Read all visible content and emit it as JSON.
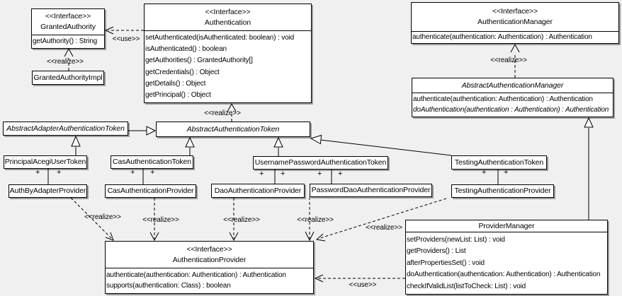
{
  "diagram_type": "uml-class-diagram",
  "colors": {
    "canvas": "#f0f0f0",
    "node_fill": "#ffffff",
    "line": "#000000",
    "shadow": "#9c9c9c"
  },
  "labels": {
    "use": "<<use>>",
    "realize": "<<realize>>",
    "plus": "+"
  },
  "classes": {
    "granted_authority": {
      "stereotype": "<<Interface>>",
      "name": "GrantedAuthority",
      "methods": [
        "getAuthority() : String"
      ]
    },
    "granted_authority_impl": {
      "name": "GrantedAuthorityImpl"
    },
    "authentication": {
      "stereotype": "<<Interface>>",
      "name": "Authentication",
      "methods": [
        "setAuthenticated(isAuthenticated: boolean) : void",
        "isAuthenticated() : boolean",
        "getAuthorities() : GrantedAuthority[]",
        "getCredentials() : Object",
        "getDetails() : Object",
        "getPrincipal() : Object"
      ]
    },
    "authentication_manager": {
      "stereotype": "<<Interface>>",
      "name": "AuthenticationManager",
      "methods": [
        "authenticate(authentication: Authentication) : Authentication"
      ]
    },
    "abstract_authentication_manager": {
      "name": "AbstractAuthenticationManager",
      "methods": [
        "authenticate(authentication: Authentication) : Authentication",
        "doAuthentication(authentication : Authentication) : Authentication"
      ]
    },
    "abstract_adapter_authentication_token": {
      "name": "AbstractAdapterAuthenticationToken"
    },
    "abstract_authentication_token": {
      "name": "AbstractAuthenticationToken"
    },
    "principal_acegi_user_token": {
      "name": "PrincipalAcegiUserToken"
    },
    "cas_authentication_token": {
      "name": "CasAuthenticationToken"
    },
    "username_password_authentication_token": {
      "name": "UsernamePasswordAuthenticationToken"
    },
    "testing_authentication_token": {
      "name": "TestingAuthenticationToken"
    },
    "auth_by_adapter_provider": {
      "name": "AuthByAdapterProvider"
    },
    "cas_authentication_provider": {
      "name": "CasAuthenticationProvider"
    },
    "dao_authentication_provider": {
      "name": "DaoAuthenticationProvider"
    },
    "password_dao_authentication_provider": {
      "name": "PasswordDaoAuthenticationProvider"
    },
    "testing_authentication_provider": {
      "name": "TestingAuthenticationProvider"
    },
    "authentication_provider": {
      "stereotype": "<<Interface>>",
      "name": "AuthenticationProvider",
      "methods": [
        "authenticate(authentication: Authentication) : Authentication",
        "supports(authentication: Class) : boolean"
      ]
    },
    "provider_manager": {
      "name": "ProviderManager",
      "methods": [
        "setProviders(newList: List) : void",
        "getProviders() : List",
        "afterPropertiesSet() : void",
        "doAuthentication(authentication: Authentication) : Authentication",
        "checkIfValidList(listToCheck: List) : void"
      ]
    }
  }
}
